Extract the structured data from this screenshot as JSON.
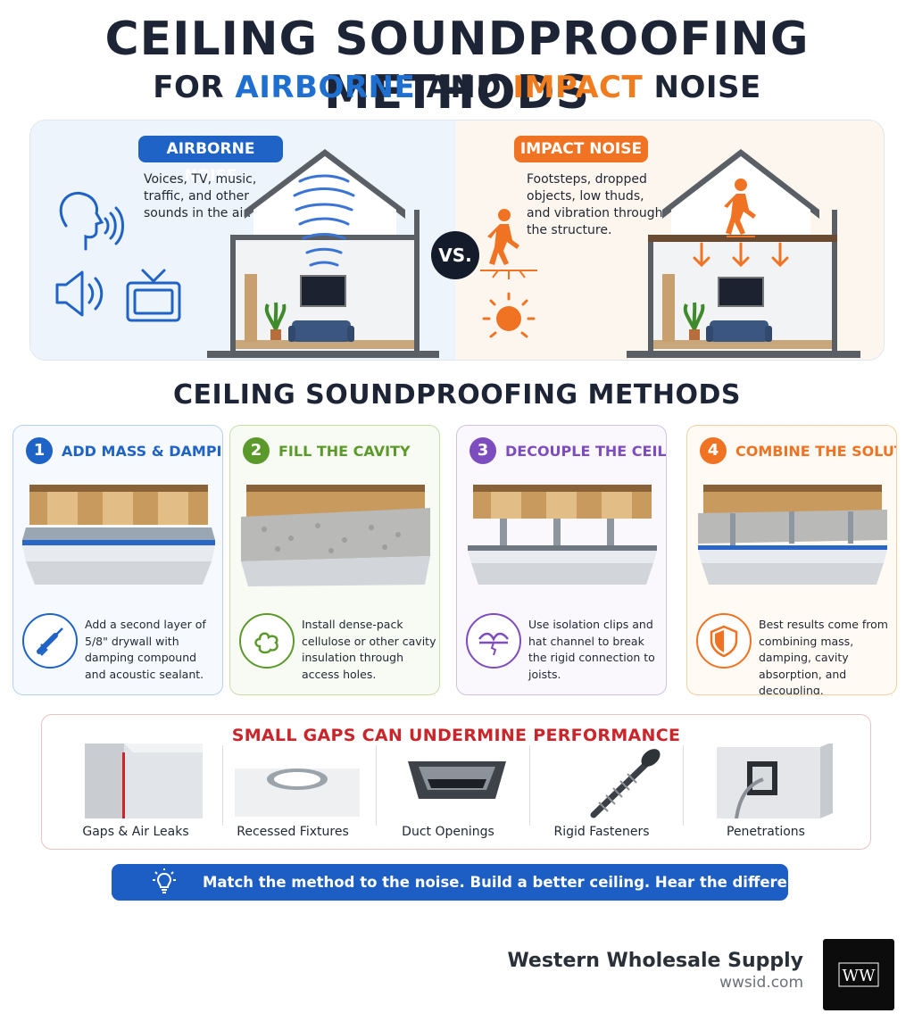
{
  "header": {
    "title": "CEILING SOUNDPROOFING METHODS",
    "subtitle_for": "FOR",
    "subtitle_airborne": "AIRBORNE",
    "subtitle_and": "AND",
    "subtitle_impact": "IMPACT",
    "subtitle_noise": "NOISE"
  },
  "comparison": {
    "airborne_label": "AIRBORNE NOISE",
    "airborne_desc": [
      "Voices, TV, music,",
      "traffic, and other",
      "sounds in the air."
    ],
    "vs_label": "VS.",
    "impact_label": "IMPACT NOISE",
    "impact_desc": [
      "Footsteps, dropped",
      "objects, low thuds,",
      "and vibration through",
      "the structure."
    ]
  },
  "methods_title": "CEILING SOUNDPROOFING METHODS",
  "methods": [
    {
      "number": "1",
      "title": "ADD MASS & DAMPING",
      "color": "#1f63c6",
      "text": "Add a second layer of 5/8\" drywall with damping compound and acoustic sealant."
    },
    {
      "number": "2",
      "title": "FILL THE CAVITY",
      "color": "#5b9a2a",
      "text": "Install dense-pack cellulose or other cavity insulation through access holes."
    },
    {
      "number": "3",
      "title": "DECOUPLE THE CEILING",
      "color": "#7d4cbf",
      "text": "Use isolation clips and hat channel to break the rigid connection to joists."
    },
    {
      "number": "4",
      "title": "COMBINE THE SOLUTIONS",
      "color": "#f07323",
      "text": "Best results come from combining mass, damping, cavity absorption, and decoupling."
    }
  ],
  "gaps": {
    "title": "SMALL GAPS CAN UNDERMINE PERFORMANCE",
    "items": [
      "Gaps & Air Leaks",
      "Recessed Fixtures",
      "Duct Openings",
      "Rigid Fasteners",
      "Penetrations"
    ]
  },
  "banner": {
    "text": "Match the method to the noise. Build a better ceiling. Hear the difference.",
    "icon": "lightbulb-icon"
  },
  "brand": {
    "name": "Western Wholesale Supply",
    "url": "wwsid.com",
    "logo_text": "WW"
  },
  "colors": {
    "navy": "#1c2436",
    "blue": "#1f63c6",
    "orange": "#f07323",
    "green": "#5b9a2a",
    "purple": "#7d4cbf",
    "red": "#c9252a"
  }
}
